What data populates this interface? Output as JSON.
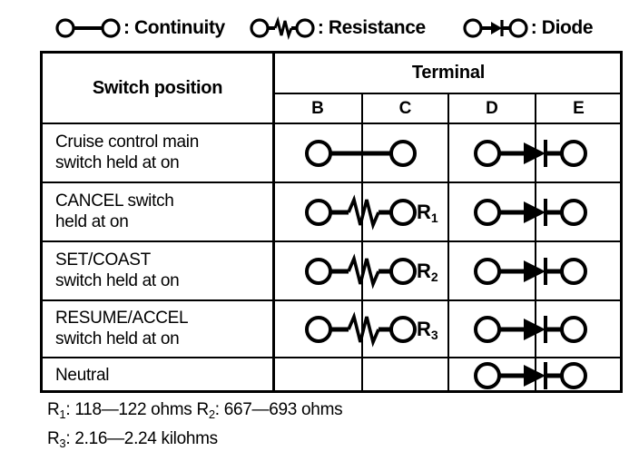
{
  "legend": {
    "items": [
      {
        "symbol": "continuity",
        "icon_name": "continuity-symbol-icon",
        "label": ": Continuity"
      },
      {
        "symbol": "resistance",
        "icon_name": "resistance-symbol-icon",
        "label": ": Resistance"
      },
      {
        "symbol": "diode",
        "icon_name": "diode-symbol-icon",
        "label": ": Diode"
      }
    ]
  },
  "table": {
    "header": {
      "switch_position": "Switch position",
      "terminal_group": "Terminal",
      "terminals": [
        "B",
        "C",
        "D",
        "E"
      ]
    },
    "rows": [
      {
        "label_line1": "Cruise control main",
        "label_line2": "switch held at on",
        "bc_symbol": "continuity",
        "bc_resistor_label": "",
        "de_symbol": "diode"
      },
      {
        "label_line1": "CANCEL switch",
        "label_line2": "held at on",
        "bc_symbol": "resistance",
        "bc_resistor_label": "R",
        "bc_resistor_sub": "1",
        "de_symbol": "diode"
      },
      {
        "label_line1": "SET/COAST",
        "label_line2": "switch held at on",
        "bc_symbol": "resistance",
        "bc_resistor_label": "R",
        "bc_resistor_sub": "2",
        "de_symbol": "diode"
      },
      {
        "label_line1": "RESUME/ACCEL",
        "label_line2": "switch held at on",
        "bc_symbol": "resistance",
        "bc_resistor_label": "R",
        "bc_resistor_sub": "3",
        "de_symbol": "diode"
      },
      {
        "label_line1": "Neutral",
        "label_line2": "",
        "bc_symbol": "none",
        "bc_resistor_label": "",
        "de_symbol": "diode"
      }
    ]
  },
  "footnotes": {
    "line1_r1_name": "R",
    "line1_r1_sub": "1",
    "line1_r1_value": ": 118—122 ohms ",
    "line1_r2_name": "R",
    "line1_r2_sub": "2",
    "line1_r2_value": ": 667—693 ohms",
    "line2_r3_name": "R",
    "line2_r3_sub": "3",
    "line2_r3_value": ": 2.16—2.24 kilohms"
  },
  "colors": {
    "ink": "#000000",
    "paper": "#ffffff"
  }
}
